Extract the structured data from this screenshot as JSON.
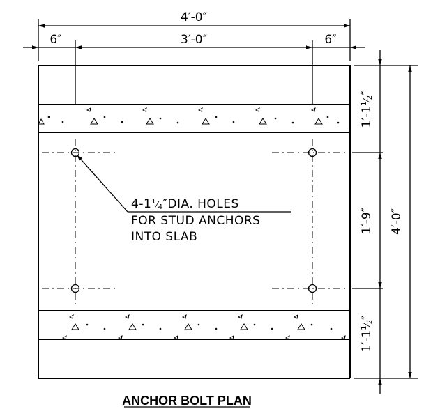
{
  "drawing": {
    "title": "ANCHOR BOLT PLAN",
    "dimensions": {
      "overall_width": "4′-0″",
      "left_edge": "6″",
      "bolt_spacing": "3′-0″",
      "right_edge": "6″",
      "top_segment": "1′-1",
      "top_segment_fraction_num": "1",
      "top_segment_fraction_den": "2",
      "middle_segment": "1′-9″",
      "bottom_segment": "1′-1",
      "bottom_segment_fraction_num": "1",
      "bottom_segment_fraction_den": "2",
      "overall_height": "4′-0″"
    },
    "note": {
      "line1_prefix": "4-1",
      "line1_frac_num": "1",
      "line1_frac_den": "4",
      "line1_suffix": "″DIA. HOLES",
      "line2": "FOR STUD ANCHORS",
      "line3": "INTO SLAB"
    },
    "hole_count": 4
  }
}
